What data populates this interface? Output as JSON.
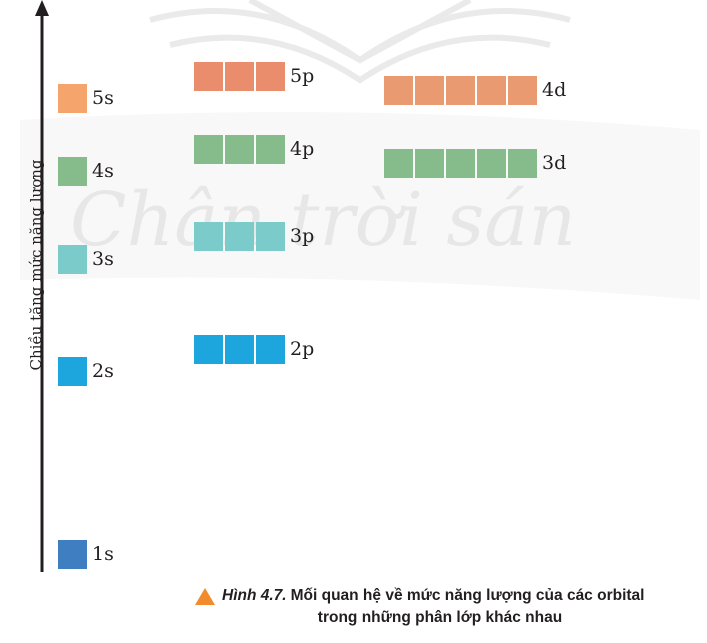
{
  "axis": {
    "label": "Chiều tăng mức năng lượng"
  },
  "watermark": {
    "text": "Chân trời sán"
  },
  "orbitals": {
    "s1": {
      "label": "1s",
      "boxes": 1,
      "color": "#3f7fc1"
    },
    "s2": {
      "label": "2s",
      "boxes": 1,
      "color": "#1da6de"
    },
    "s3": {
      "label": "3s",
      "boxes": 1,
      "color": "#7ccbcb"
    },
    "s4": {
      "label": "4s",
      "boxes": 1,
      "color": "#86bb8c"
    },
    "s5": {
      "label": "5s",
      "boxes": 1,
      "color": "#f5a56c"
    },
    "p2": {
      "label": "2p",
      "boxes": 3,
      "color": "#1da6de"
    },
    "p3": {
      "label": "3p",
      "boxes": 3,
      "color": "#7ccbcb"
    },
    "p4": {
      "label": "4p",
      "boxes": 3,
      "color": "#86bb8c"
    },
    "p5": {
      "label": "5p",
      "boxes": 3,
      "color": "#ea8d6c"
    },
    "d3": {
      "label": "3d",
      "boxes": 5,
      "color": "#86bb8c"
    },
    "d4": {
      "label": "4d",
      "boxes": 5,
      "color": "#ea9a70"
    }
  },
  "caption": {
    "figure_number": "Hình 4.7.",
    "line1": "Mối quan hệ về mức năng lượng của các orbital",
    "line2": "trong những phân lớp khác nhau",
    "icon": "triangle-icon",
    "icon_color": "#f08c2e"
  }
}
